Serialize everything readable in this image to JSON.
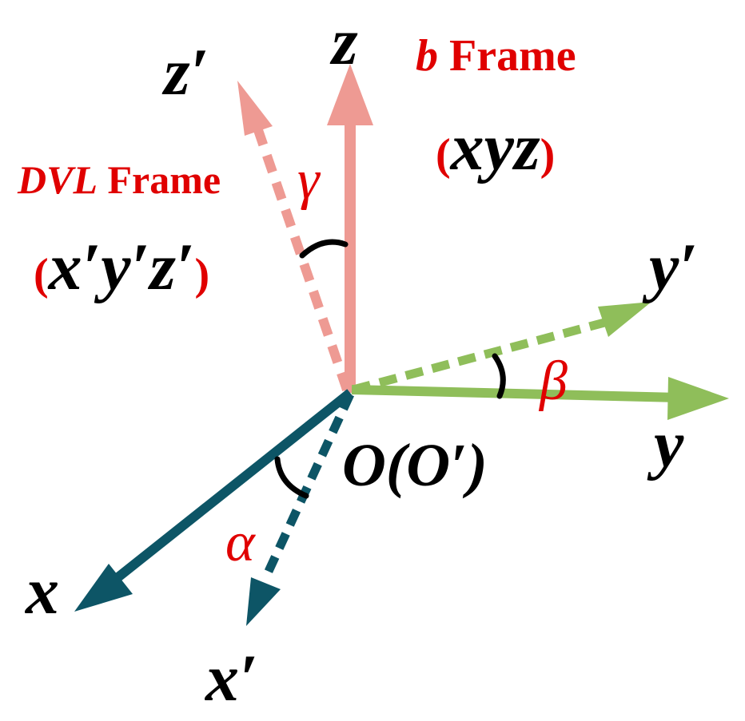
{
  "colors": {
    "z_axis": "#ee9a93",
    "y_axis": "#8fbe5a",
    "x_axis": "#0d5566",
    "angle_arc": "#000000",
    "red_text": "#e00000",
    "black_text": "#000000"
  },
  "labels": {
    "z": "z",
    "z_prime": "z′",
    "y": "y",
    "y_prime": "y′",
    "x": "x",
    "x_prime": "x′",
    "origin": "O(O′)",
    "gamma": "γ",
    "beta": "β",
    "alpha": "α"
  },
  "b_frame": {
    "name_letter": "b",
    "name_word": " Frame",
    "open_paren": "(",
    "coords": "xyz",
    "close_paren": ")"
  },
  "dvl_frame": {
    "name_letter": "DVL",
    "name_word": " Frame",
    "open_paren": "(",
    "coords": "x′y′z′",
    "close_paren": ")"
  }
}
